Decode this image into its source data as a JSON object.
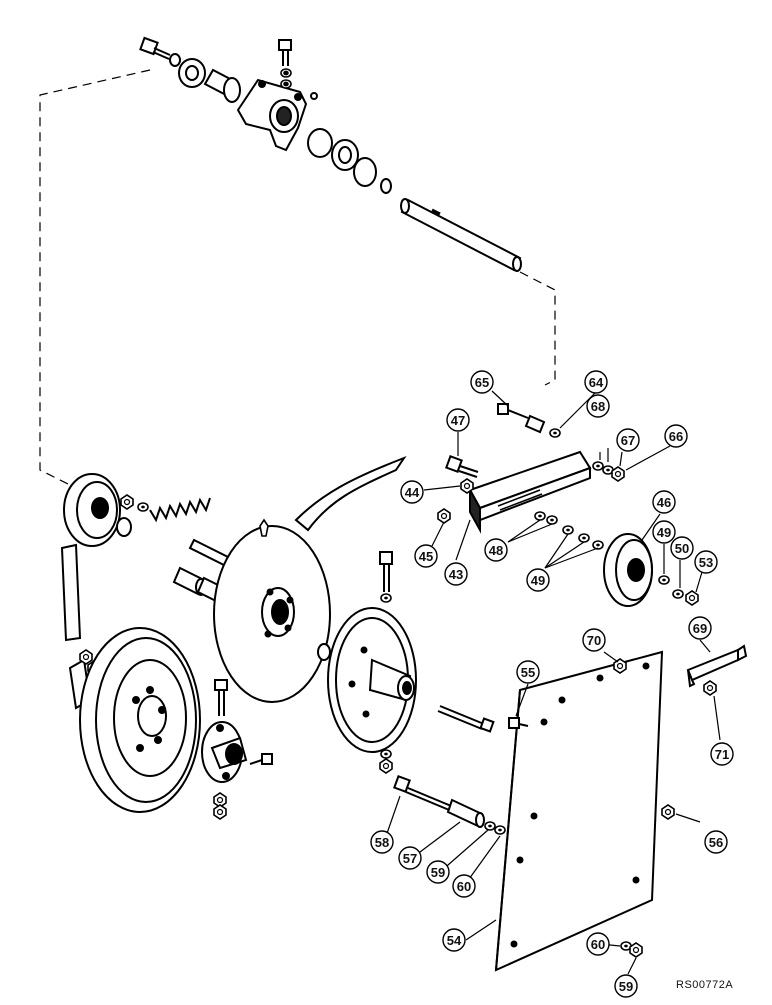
{
  "diagram": {
    "reference_code": "RS00772A",
    "callouts": [
      {
        "id": "c43",
        "label": "43"
      },
      {
        "id": "c44",
        "label": "44"
      },
      {
        "id": "c45",
        "label": "45"
      },
      {
        "id": "c46",
        "label": "46"
      },
      {
        "id": "c47",
        "label": "47"
      },
      {
        "id": "c48",
        "label": "48"
      },
      {
        "id": "c49a",
        "label": "49"
      },
      {
        "id": "c49b",
        "label": "49"
      },
      {
        "id": "c50",
        "label": "50"
      },
      {
        "id": "c53",
        "label": "53"
      },
      {
        "id": "c54",
        "label": "54"
      },
      {
        "id": "c55",
        "label": "55"
      },
      {
        "id": "c56",
        "label": "56"
      },
      {
        "id": "c57",
        "label": "57"
      },
      {
        "id": "c58",
        "label": "58"
      },
      {
        "id": "c59a",
        "label": "59"
      },
      {
        "id": "c59b",
        "label": "59"
      },
      {
        "id": "c60a",
        "label": "60"
      },
      {
        "id": "c60b",
        "label": "60"
      },
      {
        "id": "c64",
        "label": "64"
      },
      {
        "id": "c65",
        "label": "65"
      },
      {
        "id": "c66",
        "label": "66"
      },
      {
        "id": "c67",
        "label": "67"
      },
      {
        "id": "c68",
        "label": "68"
      },
      {
        "id": "c69",
        "label": "69"
      },
      {
        "id": "c70",
        "label": "70"
      },
      {
        "id": "c71",
        "label": "71"
      }
    ]
  }
}
